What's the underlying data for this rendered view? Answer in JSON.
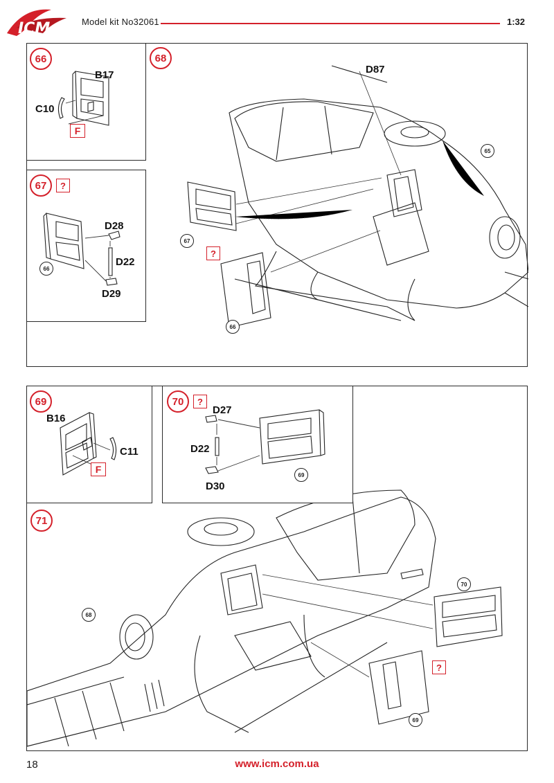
{
  "header": {
    "kit_title": "Model kit No32061",
    "scale": "1:32",
    "logo_text": "ICM"
  },
  "steps": {
    "s66": {
      "number": "66",
      "parts": [
        "B17",
        "C10"
      ],
      "glue": "F"
    },
    "s67": {
      "number": "67",
      "marker": "?",
      "parts": [
        "D28",
        "D22",
        "D29"
      ],
      "ref": "66"
    },
    "s68": {
      "number": "68",
      "parts": [
        "D87"
      ],
      "refs": [
        "65",
        "67",
        "66"
      ],
      "marker": "?"
    },
    "s69": {
      "number": "69",
      "parts": [
        "B16",
        "C11"
      ],
      "glue": "F"
    },
    "s70": {
      "number": "70",
      "marker": "?",
      "parts": [
        "D27",
        "D22",
        "D30"
      ],
      "ref": "69"
    },
    "s71": {
      "number": "71",
      "refs": [
        "68",
        "70",
        "69"
      ],
      "marker": "?"
    }
  },
  "footer": {
    "page_number": "18",
    "url": "www.icm.com.ua"
  },
  "colors": {
    "accent": "#d4202a",
    "line": "#2a2a2a"
  }
}
